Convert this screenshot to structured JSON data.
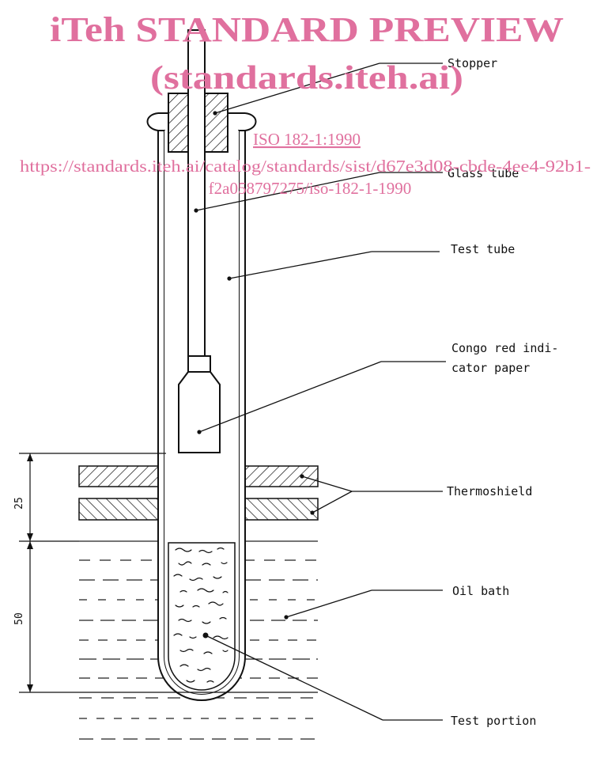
{
  "watermark": {
    "title": "iTeh STANDARD PREVIEW",
    "subtitle": "(standards.iteh.ai)",
    "standard_link": "ISO 182-1:1990",
    "url_line1": "https://standards.iteh.ai/catalog/standards/sist/d67e3d08-cbde-4ee4-92b1-",
    "url_line2": "f2a058797275/iso-182-1-1990",
    "color": "#e0709e"
  },
  "labels": {
    "stopper": "Stopper",
    "glass_tube": "Glass tube",
    "test_tube": "Test tube",
    "congo_line1": "Congo red indi-",
    "congo_line2": "cator paper",
    "thermoshield": "Thermoshield",
    "oil_bath": "Oil bath",
    "test_portion": "Test portion"
  },
  "dimensions": {
    "upper": "25",
    "lower": "50"
  }
}
